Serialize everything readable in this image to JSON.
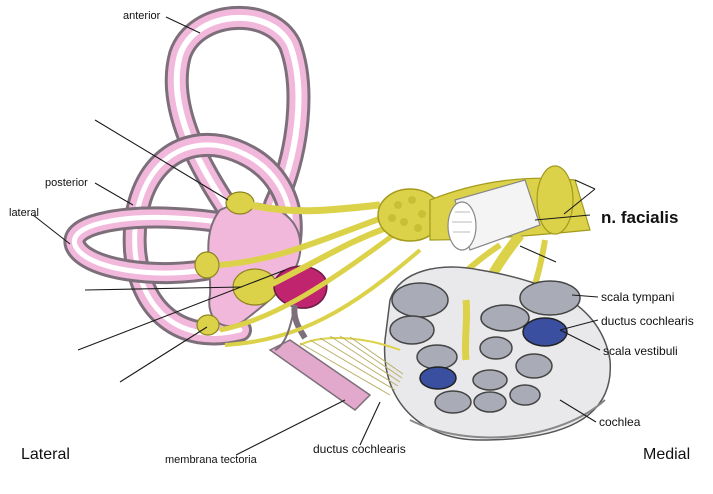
{
  "labels": {
    "anterior": "anterior",
    "posterior": "posterior",
    "lateral": "lateral",
    "n_facialis": "n. facialis",
    "scala_tympani": "scala tympani",
    "ductus_cochlearis_right": "ductus cochlearis",
    "scala_vestibuli": "scala vestibuli",
    "cochlea": "cochlea",
    "membrana_tectoria": "membrana tectoria",
    "ductus_cochlearis_bottom": "ductus cochlearis",
    "side_lateral": "Lateral",
    "side_medial": "Medial"
  },
  "colors": {
    "canal_fill": "#f2b8dc",
    "canal_outline": "#7d6f7a",
    "nerve_yellow": "#dcd24a",
    "nerve_dark": "#a39a1c",
    "saccule_magenta": "#c0246e",
    "cochlea_grey": "#a9acb6",
    "scala_blue": "#3a4fa0",
    "tectorial_pink": "#e2a9cc"
  }
}
